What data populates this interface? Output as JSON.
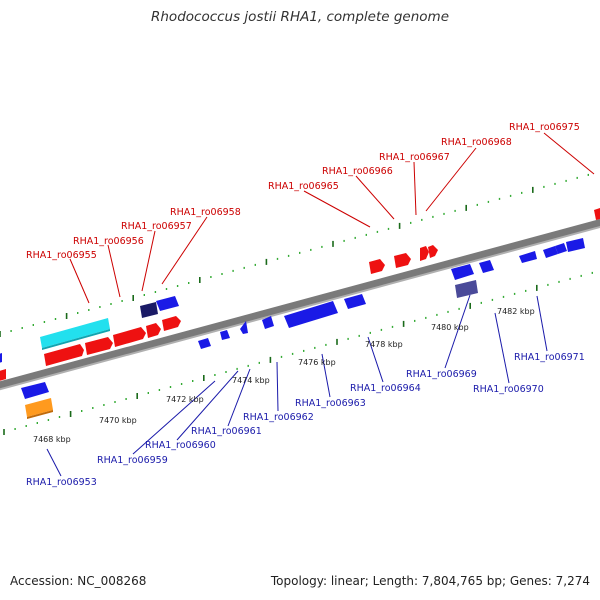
{
  "title": "Rhodococcus jostii RHA1, complete genome",
  "accession_text": "Accession: NC_008268",
  "summary_text": "Topology: linear; Length: 7,804,765 bp; Genes: 7,274",
  "colors": {
    "forward_gene": "#ee1111",
    "reverse_gene": "#1a1ae6",
    "cyan_feature": "#22e0ee",
    "orange_feature": "#ff9a1e",
    "navy_feature": "#1a1a66",
    "slate_feature": "#4a4a99",
    "tick_dark": "#1a6a1a",
    "tick_light": "#33aa33",
    "backbone": "#808080"
  },
  "scale_labels": [
    "7468 kbp",
    "7470 kbp",
    "7472 kbp",
    "7474 kbp",
    "7476 kbp",
    "7478 kbp",
    "7480 kbp",
    "7482 kbp"
  ],
  "top_gene_labels": [
    "RHA1_ro06955",
    "RHA1_ro06956",
    "RHA1_ro06957",
    "RHA1_ro06958",
    "RHA1_ro06965",
    "RHA1_ro06966",
    "RHA1_ro06967",
    "RHA1_ro06968",
    "RHA1_ro06975"
  ],
  "bottom_gene_labels": [
    "RHA1_ro06953",
    "RHA1_ro06959",
    "RHA1_ro06960",
    "RHA1_ro06961",
    "RHA1_ro06962",
    "RHA1_ro06963",
    "RHA1_ro06964",
    "RHA1_ro06969",
    "RHA1_ro06970",
    "RHA1_ro06971"
  ]
}
